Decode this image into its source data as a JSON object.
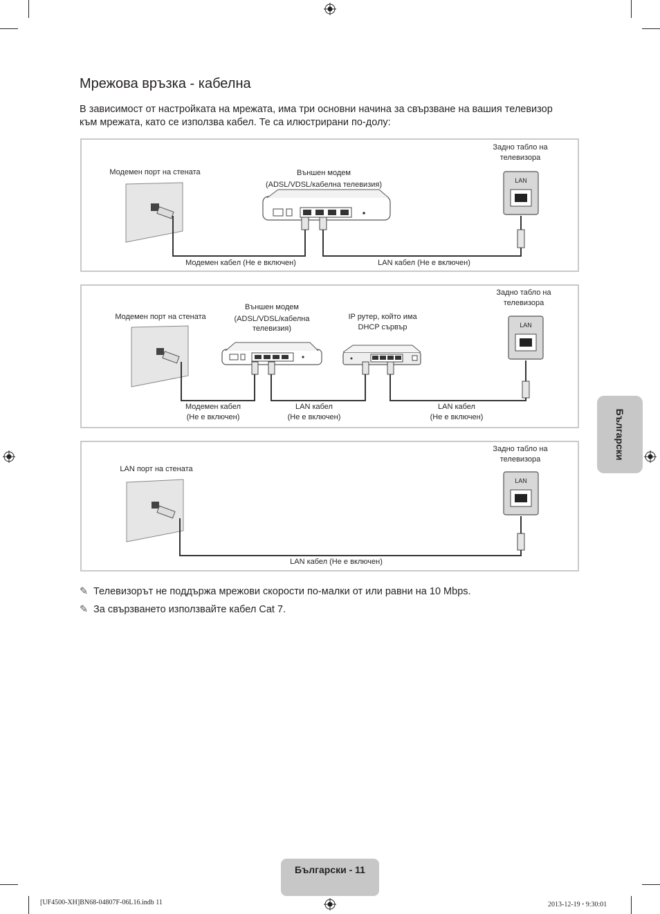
{
  "page": {
    "title": "Мрежова връзка - кабелна",
    "intro": "В зависимост от настройката на мрежата, има три основни начина за свързване на вашия телевизор към мрежата, като се използва кабел. Те са илюстрирани по-долу:"
  },
  "diagram1": {
    "wall_label": "Модемен порт на стената",
    "modem_label_1": "Външен модем",
    "modem_label_2": "(ADSL/VDSL/кабелна телевизия)",
    "tv_label_1": "Задно табло на",
    "tv_label_2": "телевизора",
    "lan_port": "LAN",
    "cable_modem": "Модемен кабел (Не е включен)",
    "cable_lan": "LAN кабел (Не е включен)"
  },
  "diagram2": {
    "wall_label": "Модемен порт на стената",
    "modem_label_1": "Външен модем",
    "modem_label_2": "(ADSL/VDSL/кабелна",
    "modem_label_3": "телевизия)",
    "router_label_1": "IP рутер, който има",
    "router_label_2": "DHCP сървър",
    "tv_label_1": "Задно табло на",
    "tv_label_2": "телевизора",
    "lan_port": "LAN",
    "cable_modem_1": "Модемен кабел",
    "cable_modem_2": "(Не е включен)",
    "cable_lan1_1": "LAN кабел",
    "cable_lan1_2": "(Не е включен)",
    "cable_lan2_1": "LAN кабел",
    "cable_lan2_2": "(Не е включен)"
  },
  "diagram3": {
    "wall_label": "LAN порт на стената",
    "tv_label_1": "Задно табло на",
    "tv_label_2": "телевизора",
    "lan_port": "LAN",
    "cable_lan": "LAN кабел (Не е включен)"
  },
  "notes": [
    "Телевизорът не поддържа мрежови скорости по-малки от или равни на 10 Mbps.",
    "За свързването използвайте кабел Cat 7."
  ],
  "side_tab": "Български",
  "page_number": "Български - 11",
  "footer": {
    "left": "[UF4500-XH]BN68-04807F-06L16.indb   11",
    "right": "2013-12-19   ꞏ 9:30:01"
  },
  "colors": {
    "tab_gray": "#c7c7c7",
    "panel_border": "#c9c9c9",
    "text": "#231f20"
  }
}
